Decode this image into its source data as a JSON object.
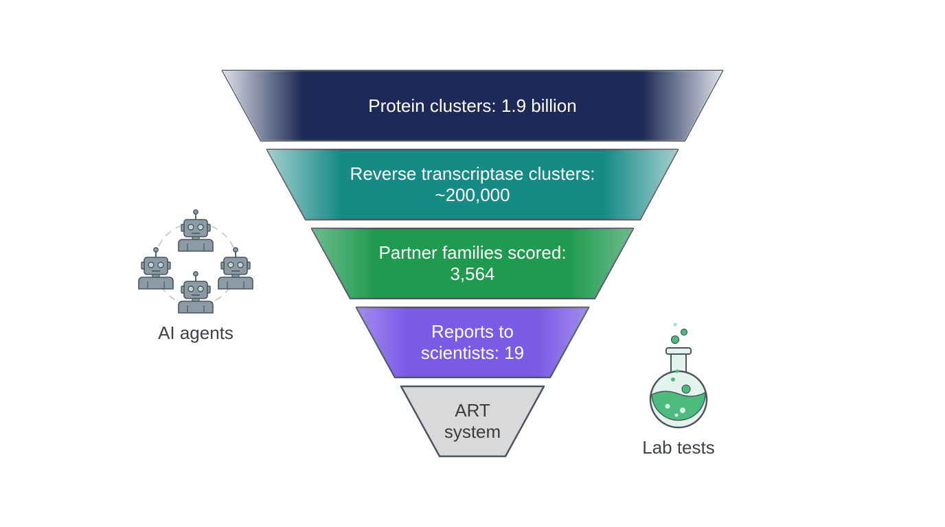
{
  "funnel": {
    "stages": [
      {
        "lines": [
          "Protein clusters: 1.9 billion"
        ],
        "color": "#1d2a57",
        "text_color": "#ffffff"
      },
      {
        "lines": [
          "Reverse transcriptase clusters:",
          "~200,000"
        ],
        "color": "#168a85",
        "text_color": "#ffffff"
      },
      {
        "lines": [
          "Partner families scored:",
          "3,564"
        ],
        "color": "#1f9a4f",
        "text_color": "#ffffff"
      },
      {
        "lines": [
          "Reports to",
          "scientists: 19"
        ],
        "color": "#7a5be6",
        "text_color": "#ffffff"
      },
      {
        "lines": [
          "ART",
          "system"
        ],
        "color": "#d9d9d9",
        "text_color": "#3c3c3c"
      }
    ]
  },
  "agents": {
    "label": "AI agents",
    "icon": "robot-group-icon",
    "color": "#8a9ba3"
  },
  "lab": {
    "label": "Lab tests",
    "icon": "flask-icon",
    "liquid_color": "#4cbb7d"
  },
  "colors": {
    "outline": "#4a5560",
    "label_text": "#3c4246"
  }
}
